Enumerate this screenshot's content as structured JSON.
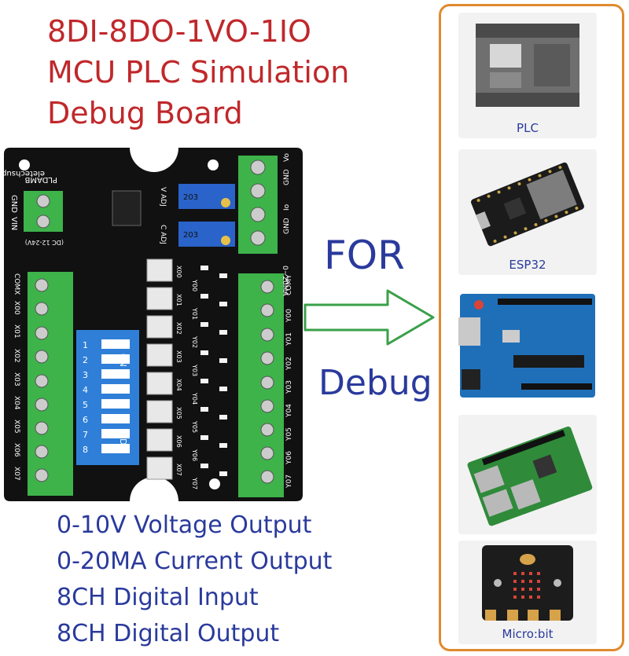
{
  "title_lines": [
    "8DI-8DO-1VO-1IO",
    "MCU PLC Simulation",
    "Debug Board"
  ],
  "features": [
    "0-10V Voltage Output",
    "0-20MA Current Output",
    "8CH Digital Input",
    "8CH Digital Output"
  ],
  "middle": {
    "for_label": "FOR",
    "debug_label": "Debug"
  },
  "devices": [
    {
      "label": "PLC",
      "icon": "plc-icon"
    },
    {
      "label": "ESP32",
      "icon": "esp32-board-icon"
    },
    {
      "label": "",
      "icon": "arduino-board-icon"
    },
    {
      "label": "",
      "icon": "raspberry-pi-icon"
    },
    {
      "label": "Micro:bit",
      "icon": "microbit-icon"
    }
  ],
  "board": {
    "brand": "eletechsup",
    "model": "PLDAMB",
    "power_pins": [
      "GND",
      "VIN"
    ],
    "power_note": "(DC 12-24V)",
    "input_pins": [
      "COMX",
      "X00",
      "X01",
      "X02",
      "X03",
      "X04",
      "X05",
      "X06",
      "X07"
    ],
    "output_pins": [
      "COMY",
      "Y00",
      "Y01",
      "Y02",
      "Y03",
      "Y04",
      "Y05",
      "Y06",
      "Y07"
    ],
    "analog_pins": [
      "Vo",
      "GND",
      "Io",
      "GND"
    ],
    "adj_labels": [
      "V ADJ",
      "C ADJ"
    ],
    "pot_label": "203",
    "range_label": "0~20MA",
    "dip_on": "ON",
    "dip_label": "DIP",
    "dip_numbers": [
      "1",
      "2",
      "3",
      "4",
      "5",
      "6",
      "7",
      "8"
    ],
    "x_led_labels": [
      "X00",
      "X01",
      "X02",
      "X03",
      "X04",
      "X05",
      "X06",
      "X07"
    ],
    "y_led_labels": [
      "Y00",
      "Y01",
      "Y02",
      "Y03",
      "Y04",
      "Y05",
      "Y06",
      "Y07"
    ]
  },
  "colors": {
    "title": "#c0282b",
    "text_blue": "#2a3a9c",
    "panel_border": "#e08a2e",
    "pcb": "#111111",
    "terminal": "#3db34a",
    "dip": "#2f7fd8"
  }
}
